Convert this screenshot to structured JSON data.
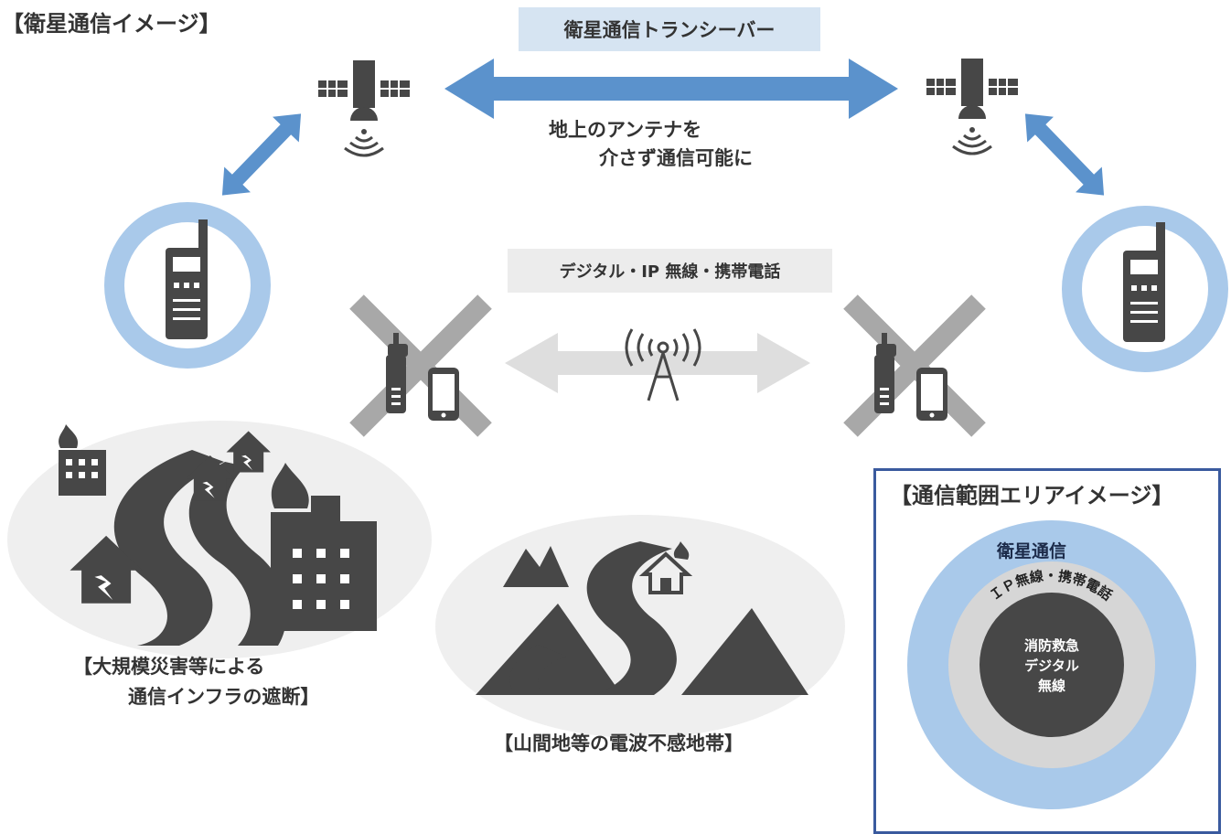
{
  "title": "【衛星通信イメージ】",
  "satellite_transceiver": {
    "label": "衛星通信トランシーバー",
    "description_line1": "地上のアンテナを",
    "description_line2": "介さず通信可能に"
  },
  "ground_network": {
    "label": "デジタル・IP 無線・携帯電話"
  },
  "disaster_area": {
    "caption_line1": "【大規模災害等による",
    "caption_line2": "通信インフラの遮断】"
  },
  "mountain_area": {
    "caption": "【山間地等の電波不感地帯】"
  },
  "coverage": {
    "title": "【通信範囲エリアイメージ】",
    "outer_label": "衛星通信",
    "middle_label": "ＩＰ無線・携帯電話",
    "inner_label_lines": [
      "消防救急",
      "デジタル",
      "無線"
    ]
  },
  "colors": {
    "arrow_blue": "#5b92cc",
    "ring_blue": "#a9c9ea",
    "dark_gray": "#474747",
    "light_gray_ellipse": "#efefef",
    "x_gray": "#a8a8a8",
    "faded_arrow": "#dedede",
    "box_border": "#3a5a9e"
  },
  "icons": [
    "satellite-icon",
    "radio-handset-icon",
    "cell-tower-icon",
    "smartphone-icon",
    "house-icon",
    "building-fire-icon",
    "road-icon",
    "mountain-icon"
  ]
}
